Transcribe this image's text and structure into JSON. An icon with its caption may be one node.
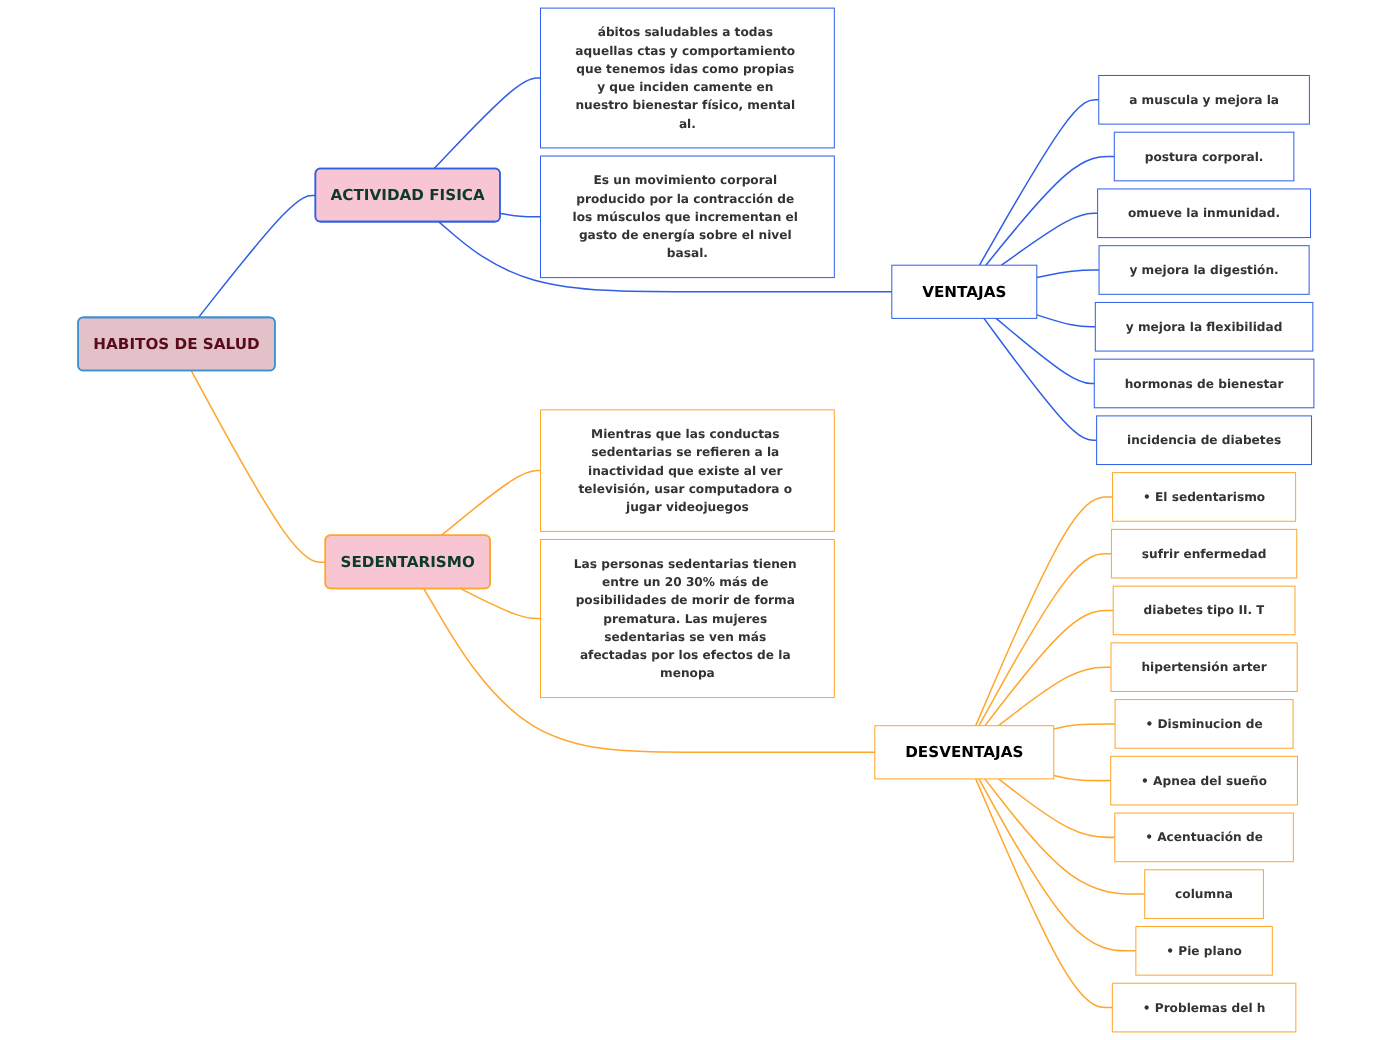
{
  "diagram": {
    "nodes": [
      {
        "text": [
          "HABITOS DE SALUD"
        ]
      },
      {
        "text": [
          "ACTIVIDAD FISICA"
        ]
      },
      {
        "text": [
          "ábitos saludables a todas aquellas ctas y comportamiento que tenemos idas como propias y que inciden camente en nuestro bienestar físico, mental al."
        ]
      },
      {
        "text": [
          "Es un movimiento corporal producido por la contracción de los músculos que incrementan el gasto de energía sobre el nivel basal."
        ]
      },
      {
        "text": [
          "VENTAJAS"
        ]
      },
      {
        "text": [
          "a muscula y mejora la"
        ]
      },
      {
        "text": [
          "postura corporal."
        ]
      },
      {
        "text": [
          "omueve la inmunidad."
        ]
      },
      {
        "text": [
          "y mejora la digestión."
        ]
      },
      {
        "text": [
          "y mejora la flexibilidad"
        ]
      },
      {
        "text": [
          "hormonas de bienestar"
        ]
      },
      {
        "text": [
          "incidencia de diabetes"
        ]
      },
      {
        "text": [
          "SEDENTARISMO"
        ]
      },
      {
        "text": [
          "Mientras que las conductas sedentarias se refieren a la inactividad que existe al ver televisión, usar computadora o jugar videojuegos"
        ]
      },
      {
        "text": [
          "Las personas sedentarias tienen entre un 20 30% más de posibilidades de morir de forma prematura. Las mujeres sedentarias se ven más afectadas por los efectos de la menopa"
        ]
      },
      {
        "text": [
          "DESVENTAJAS"
        ]
      },
      {
        "text": [
          "• El sedentarismo"
        ]
      },
      {
        "text": [
          "sufrir enfermedad"
        ]
      },
      {
        "text": [
          "diabetes tipo II. T"
        ]
      },
      {
        "text": [
          "hipertensión arter"
        ]
      },
      {
        "text": [
          "• Disminucion de"
        ]
      },
      {
        "text": [
          "• Apnea del sueño"
        ]
      },
      {
        "text": [
          "• Acentuación de"
        ]
      },
      {
        "text": [
          "columna"
        ]
      },
      {
        "text": [
          "• Pie plano"
        ]
      },
      {
        "text": [
          "• Problemas del h"
        ]
      }
    ],
    "edges": [
      {
        "from": 0,
        "to": 1,
        "arrow": "none",
        "color": "#2f5fe8"
      },
      {
        "from": 0,
        "to": 12,
        "arrow": "none"
      },
      {
        "from": 1,
        "to": 2,
        "arrow": "none",
        "color": "#2f5fe8"
      },
      {
        "from": 1,
        "to": 3,
        "arrow": "none",
        "color": "#2f5fe8"
      },
      {
        "from": 1,
        "to": 4,
        "arrow": "none",
        "color": "#2f5fe8"
      },
      {
        "from": 4,
        "to": 5,
        "arrow": "none",
        "color": "#2f5fe8"
      },
      {
        "from": 4,
        "to": 6,
        "arrow": "none",
        "color": "#2f5fe8"
      },
      {
        "from": 4,
        "to": 7,
        "arrow": "none",
        "color": "#2f5fe8"
      },
      {
        "from": 4,
        "to": 8,
        "arrow": "none",
        "color": "#2f5fe8"
      },
      {
        "from": 4,
        "to": 9,
        "arrow": "none",
        "color": "#2f5fe8"
      },
      {
        "from": 4,
        "to": 10,
        "arrow": "none",
        "color": "#2f5fe8"
      },
      {
        "from": 4,
        "to": 11,
        "arrow": "none",
        "color": "#2f5fe8"
      },
      {
        "from": 12,
        "to": 13,
        "arrow": "none"
      },
      {
        "from": 12,
        "to": 14,
        "arrow": "none"
      },
      {
        "from": 12,
        "to": 15,
        "arrow": "none"
      },
      {
        "from": 15,
        "to": 16,
        "arrow": "none"
      },
      {
        "from": 15,
        "to": 17,
        "arrow": "none"
      },
      {
        "from": 15,
        "to": 18,
        "arrow": "none"
      },
      {
        "from": 15,
        "to": 19,
        "arrow": "none"
      },
      {
        "from": 15,
        "to": 20,
        "arrow": "none"
      },
      {
        "from": 15,
        "to": 21,
        "arrow": "none"
      },
      {
        "from": 15,
        "to": 22,
        "arrow": "none"
      },
      {
        "from": 15,
        "to": 23,
        "arrow": "none"
      },
      {
        "from": 15,
        "to": 24,
        "arrow": "none"
      },
      {
        "from": 15,
        "to": 25,
        "arrow": "none"
      }
    ]
  }
}
